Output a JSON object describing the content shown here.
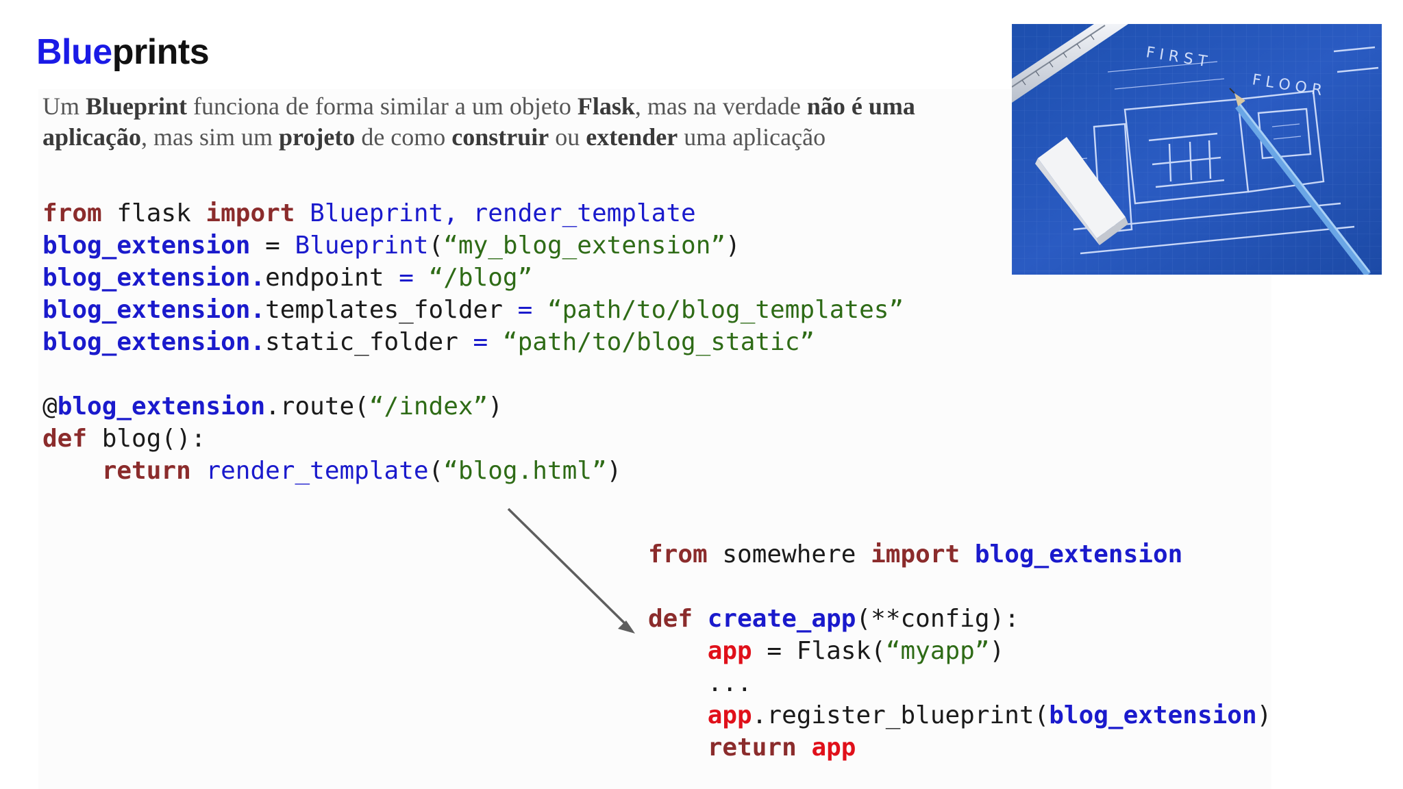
{
  "slide": {
    "title_blue": "Blue",
    "title_rest": "prints",
    "intro": [
      {
        "text": "Um ",
        "bold": false
      },
      {
        "text": "Blueprint",
        "bold": true
      },
      {
        "text": " funciona de forma similar a um objeto ",
        "bold": false
      },
      {
        "text": "Flask",
        "bold": true
      },
      {
        "text": ", mas na verdade ",
        "bold": false
      },
      {
        "text": "não é uma aplicação",
        "bold": true
      },
      {
        "text": ", mas sim um ",
        "bold": false
      },
      {
        "text": "projeto",
        "bold": true
      },
      {
        "text": " de como ",
        "bold": false
      },
      {
        "text": "construir",
        "bold": true
      },
      {
        "text": " ou ",
        "bold": false
      },
      {
        "text": "extender",
        "bold": true
      },
      {
        "text": " uma aplicação",
        "bold": false
      }
    ]
  },
  "code_block_1": [
    [
      [
        "kw",
        "from"
      ],
      [
        "tx",
        " flask "
      ],
      [
        "kw",
        "import"
      ],
      [
        "bl",
        " Blueprint, render_template"
      ]
    ],
    [
      [
        "bb",
        "blog_extension"
      ],
      [
        "tx",
        " = "
      ],
      [
        "bl",
        "Blueprint"
      ],
      [
        "tx",
        "("
      ],
      [
        "st",
        "“my_blog_extension”"
      ],
      [
        "tx",
        ")"
      ]
    ],
    [
      [
        "bb",
        "blog_extension."
      ],
      [
        "tx",
        "endpoint "
      ],
      [
        "bl",
        "="
      ],
      [
        "tx",
        " "
      ],
      [
        "st",
        "“/blog”"
      ]
    ],
    [
      [
        "bb",
        "blog_extension."
      ],
      [
        "tx",
        "templates_folder "
      ],
      [
        "bl",
        "="
      ],
      [
        "tx",
        " "
      ],
      [
        "st",
        "“path/to/blog_templates”"
      ]
    ],
    [
      [
        "bb",
        "blog_extension."
      ],
      [
        "tx",
        "static_folder "
      ],
      [
        "bl",
        "="
      ],
      [
        "tx",
        " "
      ],
      [
        "st",
        "“path/to/blog_static”"
      ]
    ],
    [],
    [
      [
        "tx",
        "@"
      ],
      [
        "bb",
        "blog_extension"
      ],
      [
        "tx",
        ".route("
      ],
      [
        "st",
        "“/index”"
      ],
      [
        "tx",
        ")"
      ]
    ],
    [
      [
        "kw",
        "def"
      ],
      [
        "tx",
        " blog():"
      ]
    ],
    [
      [
        "tx",
        "    "
      ],
      [
        "kw",
        "return"
      ],
      [
        "tx",
        " "
      ],
      [
        "bl",
        "render_template"
      ],
      [
        "tx",
        "("
      ],
      [
        "st",
        "“blog.html”"
      ],
      [
        "tx",
        ")"
      ]
    ]
  ],
  "code_block_2": [
    [
      [
        "kw",
        "from"
      ],
      [
        "tx",
        " somewhere "
      ],
      [
        "kw",
        "import"
      ],
      [
        "tx",
        " "
      ],
      [
        "bb",
        "blog_extension"
      ]
    ],
    [],
    [
      [
        "kw",
        "def"
      ],
      [
        "tx",
        " "
      ],
      [
        "bb",
        "create_app"
      ],
      [
        "tx",
        "(**config):"
      ]
    ],
    [
      [
        "tx",
        "    "
      ],
      [
        "rd",
        "app"
      ],
      [
        "tx",
        " = Flask("
      ],
      [
        "st",
        "“myapp”"
      ],
      [
        "tx",
        ")"
      ]
    ],
    [
      [
        "tx",
        "    ..."
      ]
    ],
    [
      [
        "tx",
        "    "
      ],
      [
        "rd",
        "app"
      ],
      [
        "tx",
        ".register_blueprint("
      ],
      [
        "bb",
        "blog_extension"
      ],
      [
        "tx",
        ")"
      ]
    ],
    [
      [
        "tx",
        "    "
      ],
      [
        "kw",
        "return"
      ],
      [
        "tx",
        " "
      ],
      [
        "rd",
        "app"
      ]
    ]
  ],
  "image": {
    "icon": "blueprint-photo-icon"
  },
  "colors": {
    "title_blue": "#1a1ae6",
    "keyword": "#8b2c2c",
    "identifier_blue": "#1a1acc",
    "string_green": "#2e6b16",
    "app_red": "#e0101a",
    "blueprint_paper": "#2a5bc2"
  }
}
